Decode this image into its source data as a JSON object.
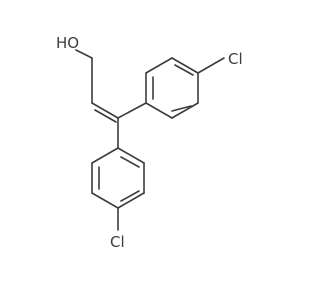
{
  "molecule": {
    "labels": {
      "hydroxyl": "HO",
      "chlorine_top": "Cl",
      "chlorine_bottom": "Cl"
    },
    "colors": {
      "bond": "#3c3c3c",
      "label": "#3c3c3c",
      "background": "#ffffff"
    }
  }
}
